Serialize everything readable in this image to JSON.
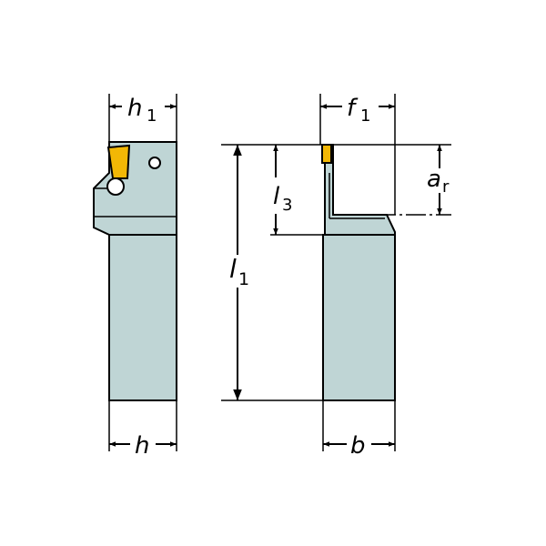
{
  "colors": {
    "body": "#bfd5d5",
    "insert": "#f2b705",
    "outline": "#000000",
    "background": "#ffffff"
  },
  "labels": {
    "h1": {
      "main": "h",
      "sub": "1"
    },
    "h": {
      "main": "h"
    },
    "f1": {
      "main": "f",
      "sub": "1"
    },
    "b": {
      "main": "b"
    },
    "l1": {
      "main": "l",
      "sub": "1"
    },
    "l3": {
      "main": "l",
      "sub": "3"
    },
    "ar": {
      "main": "a",
      "sub": "r"
    }
  }
}
